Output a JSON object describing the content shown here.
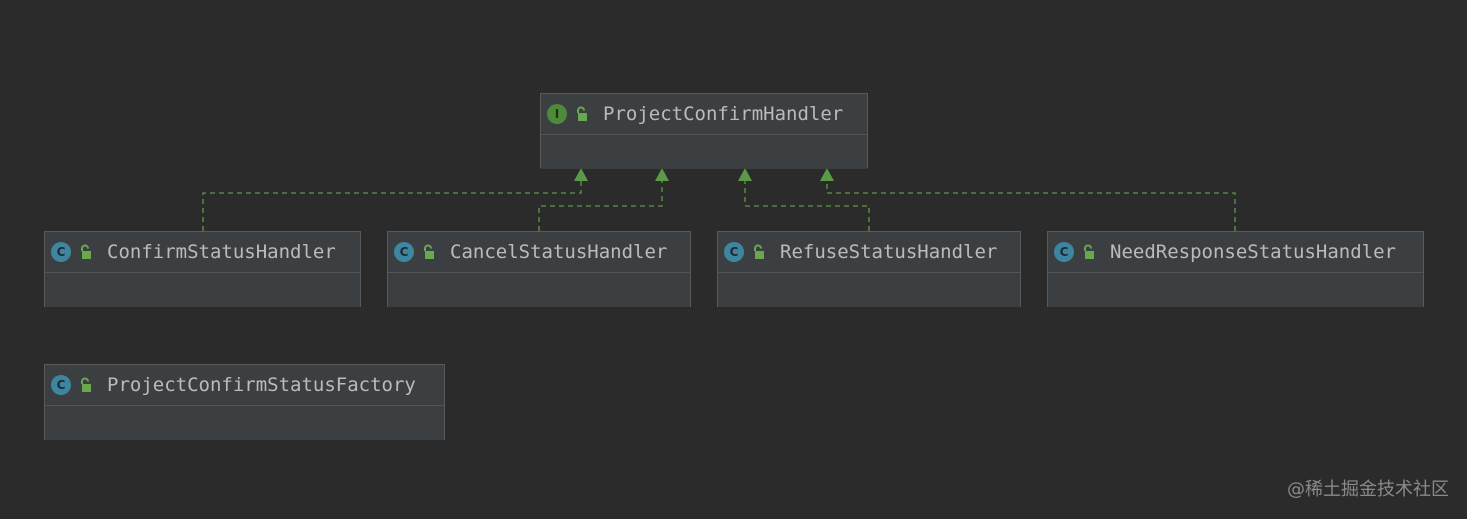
{
  "diagram": {
    "interface": {
      "name": "ProjectConfirmHandler",
      "kind": "I"
    },
    "implementations": [
      {
        "name": "ConfirmStatusHandler",
        "kind": "C"
      },
      {
        "name": "CancelStatusHandler",
        "kind": "C"
      },
      {
        "name": "RefuseStatusHandler",
        "kind": "C"
      },
      {
        "name": "NeedResponseStatusHandler",
        "kind": "C"
      }
    ],
    "standalone": [
      {
        "name": "ProjectConfirmStatusFactory",
        "kind": "C"
      }
    ]
  },
  "colors": {
    "background": "#2b2b2b",
    "node_fill": "#3c3f41",
    "node_border": "#5a5a5a",
    "relation_line": "#5b9a46",
    "class_icon": "#3e86a0",
    "interface_icon": "#4f8a3a"
  },
  "icons": {
    "class": "class-circle-icon",
    "interface": "interface-circle-icon",
    "visibility": "public-lock-icon"
  },
  "watermark": "@稀土掘金技术社区"
}
